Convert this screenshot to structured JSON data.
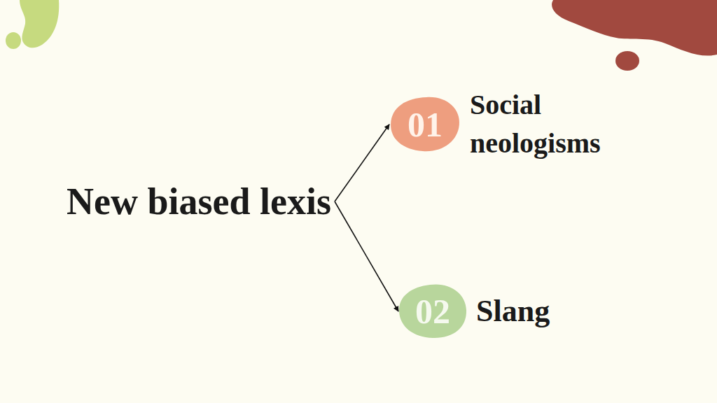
{
  "diagram": {
    "nodes": [
      {
        "text": [
          "New biased lexis"
        ]
      },
      {
        "text": [
          "01",
          "Social neologisms"
        ]
      },
      {
        "text": [
          "02",
          "Slang"
        ]
      }
    ],
    "edges": [
      {
        "from": 0,
        "to": 1,
        "arrow": "to"
      },
      {
        "from": 0,
        "to": 2,
        "arrow": "to"
      }
    ]
  }
}
